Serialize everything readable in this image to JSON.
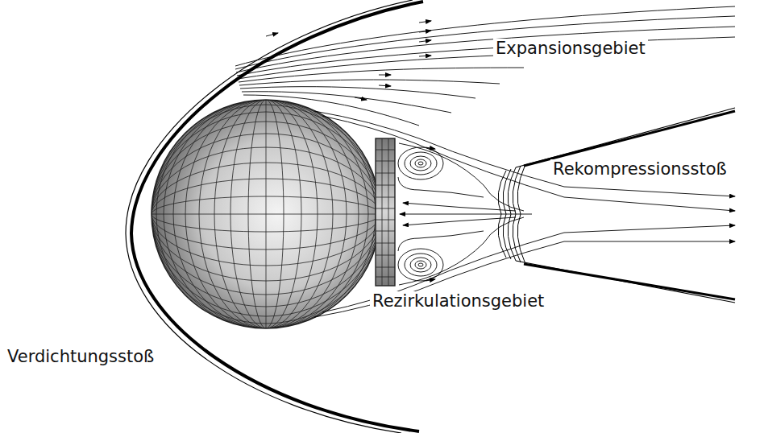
{
  "diagram": {
    "labels": [
      "Expansionsgebiet",
      "Rekompressionsstoß",
      "Rezirkulationsgebiet",
      "Verdichtungsstoß"
    ]
  }
}
